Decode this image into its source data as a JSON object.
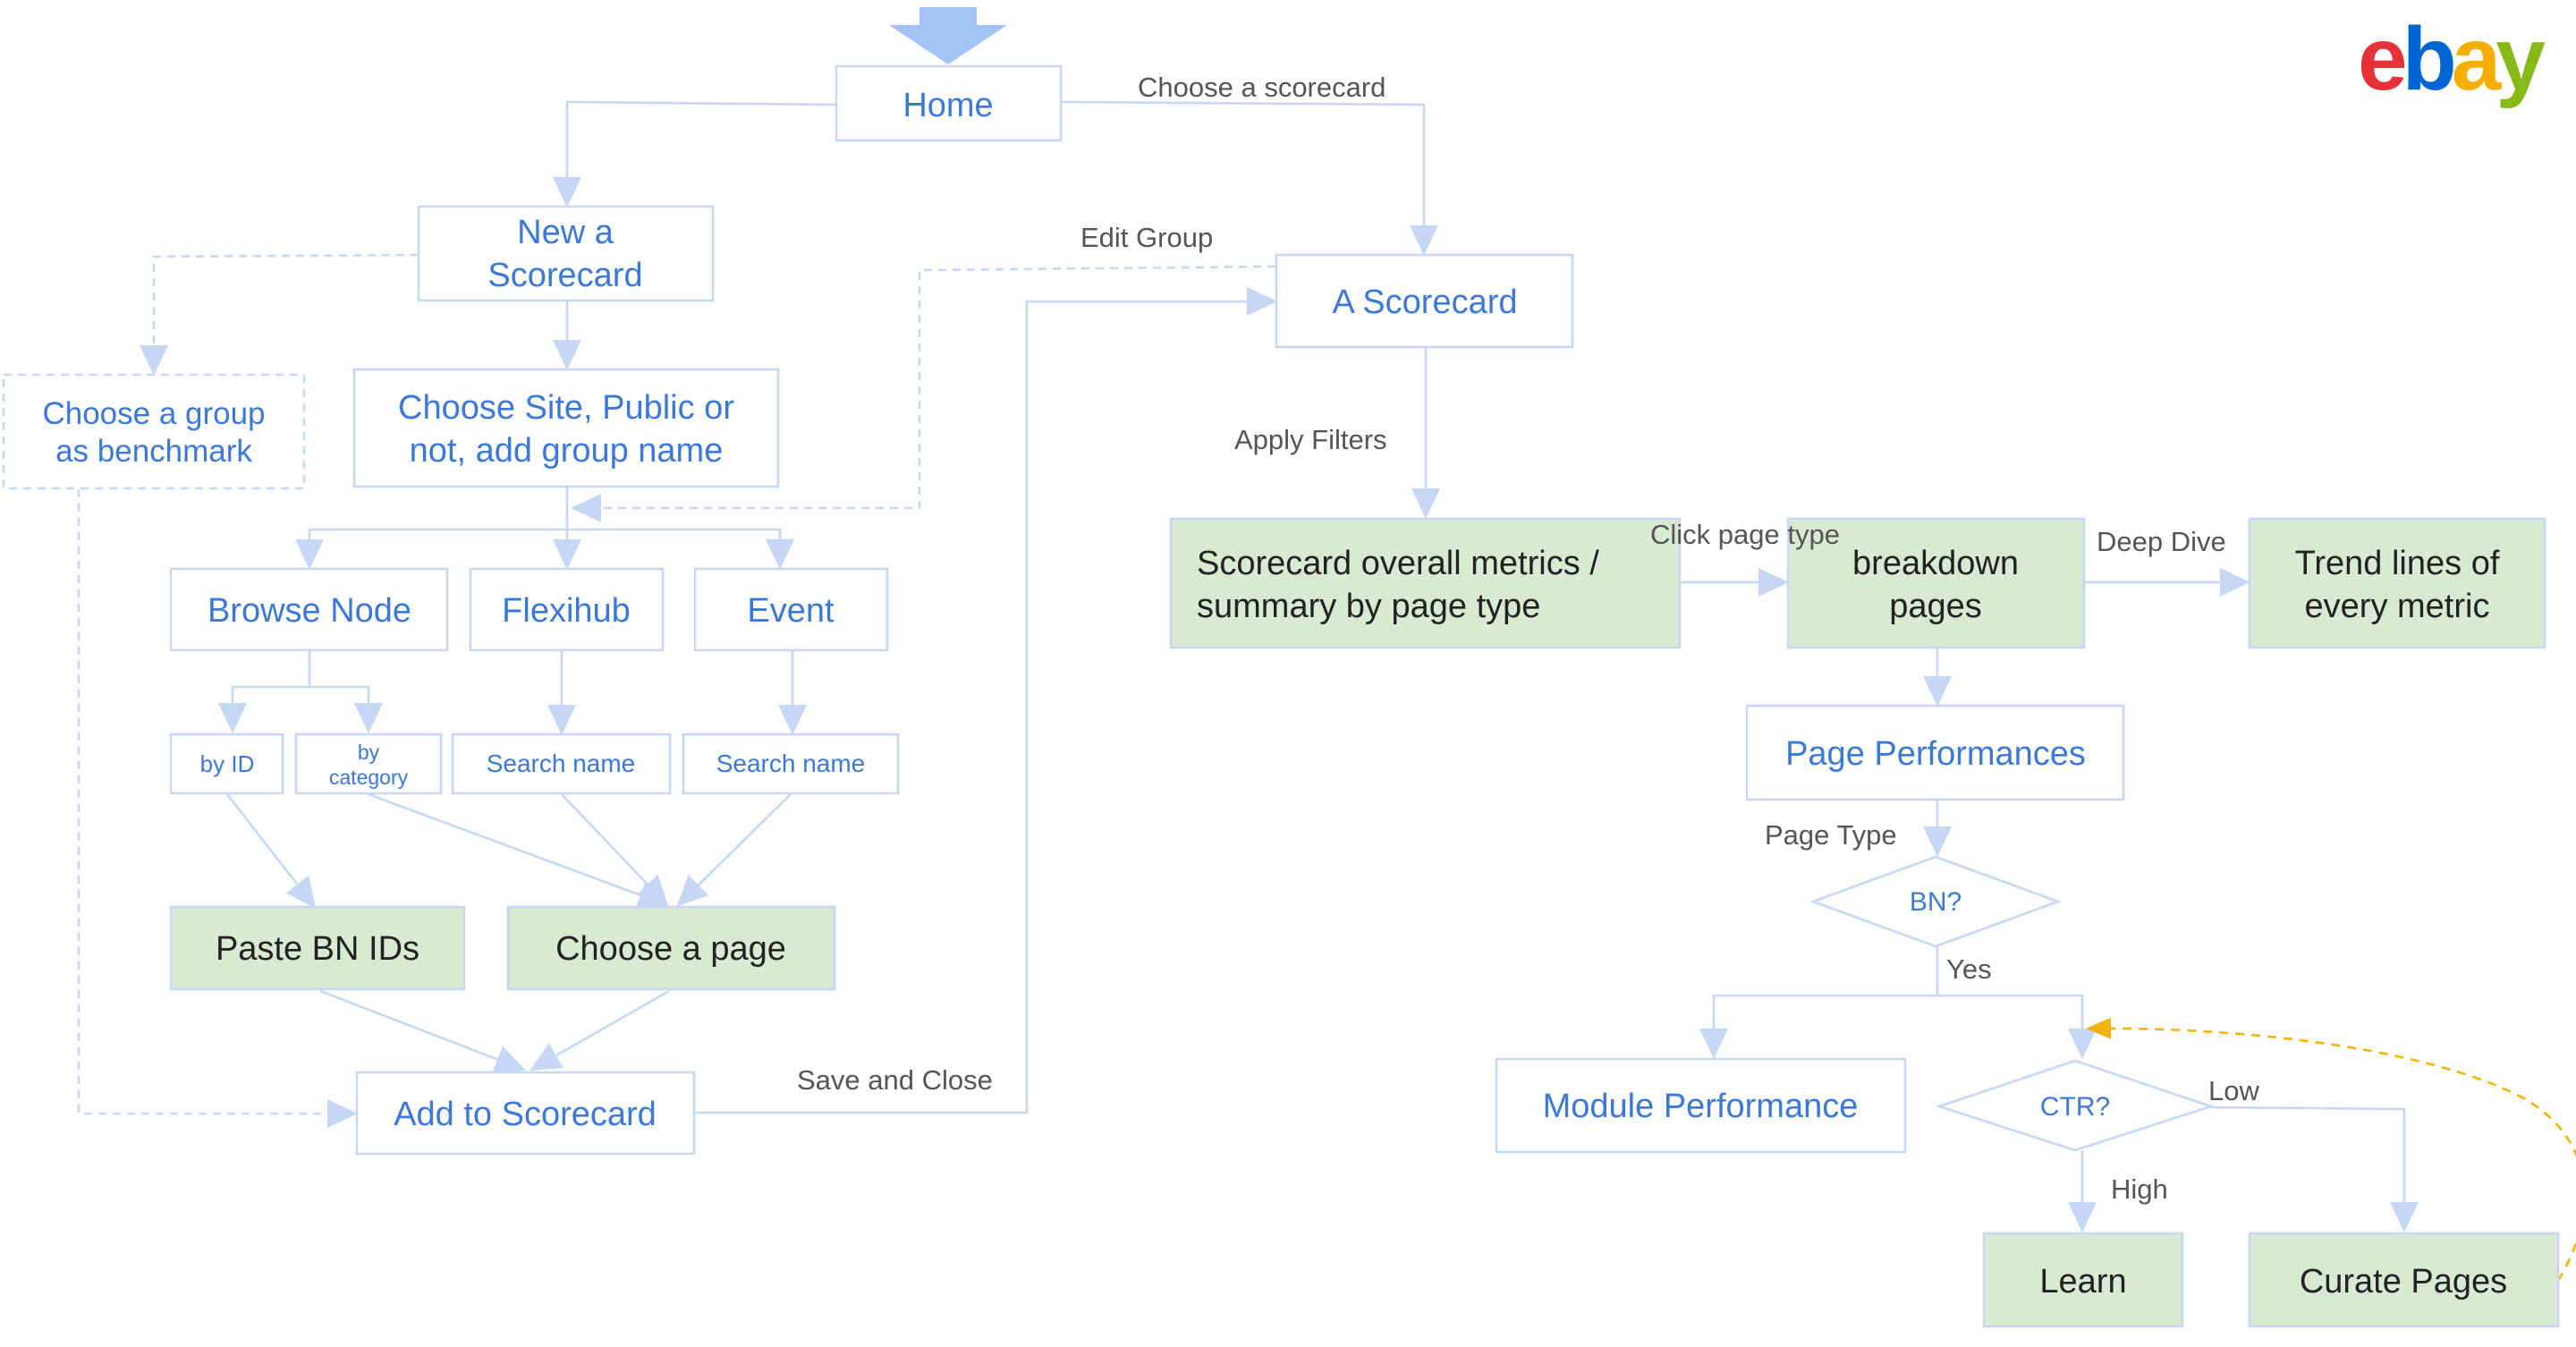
{
  "logo": {
    "text": "ebay",
    "letters": [
      {
        "ch": "e",
        "color": "#e53238"
      },
      {
        "ch": "b",
        "color": "#0064d2"
      },
      {
        "ch": "a",
        "color": "#f5af02"
      },
      {
        "ch": "y",
        "color": "#86b817"
      }
    ]
  },
  "nodes": {
    "home": "Home",
    "new_scorecard": [
      "New a",
      "Scorecard"
    ],
    "choose_group": [
      "Choose a group",
      "as benchmark"
    ],
    "choose_site": [
      "Choose Site, Public or",
      "not, add group name"
    ],
    "browse_node": "Browse Node",
    "flexihub": "Flexihub",
    "event": "Event",
    "by_id": "by ID",
    "by_category": [
      "by",
      "category"
    ],
    "search_name_flexihub": "Search name",
    "search_name_event": "Search name",
    "paste_bn_ids": "Paste BN IDs",
    "choose_page": "Choose a page",
    "add_to_scorecard": "Add to Scorecard",
    "a_scorecard": "A Scorecard",
    "overall_metrics": [
      "Scorecard overall metrics /",
      "summary by page type"
    ],
    "breakdown_pages": [
      "breakdown",
      "pages"
    ],
    "trend_lines": [
      "Trend lines of",
      "every metric"
    ],
    "page_performances": "Page Performances",
    "bn_decision": "BN?",
    "module_performance": "Module Performance",
    "ctr_decision": "CTR?",
    "learn": "Learn",
    "curate_pages": "Curate Pages"
  },
  "edge_labels": {
    "choose_a_scorecard": "Choose a scorecard",
    "edit_group": "Edit Group",
    "apply_filters": "Apply Filters",
    "click_page_type": "Click page type",
    "deep_dive": "Deep Dive",
    "page_type": "Page Type",
    "yes": "Yes",
    "low": "Low",
    "high": "High",
    "save_and_close": "Save and Close"
  },
  "colors": {
    "node_border": "#c6d7f4",
    "node_text": "#3c78d8",
    "green_fill": "#d9ead3",
    "green_text": "#222222",
    "edge_label_text": "#555555",
    "feedback_arrow": "#f1b30f",
    "entry_arrow": "#a4c2f4"
  }
}
